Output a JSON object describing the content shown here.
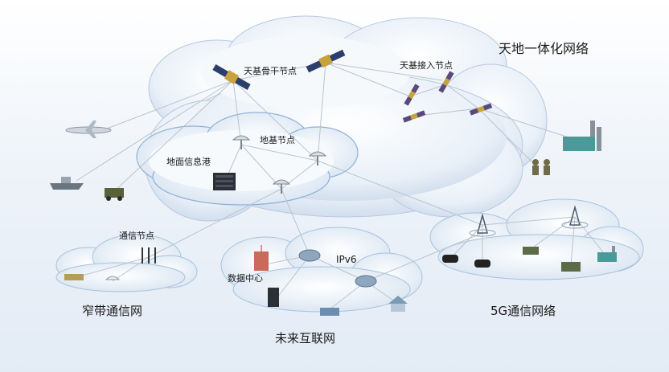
{
  "labels": {
    "sky_ground": "天地一体化网络",
    "space_backbone": "天基骨干节点",
    "space_access": "天基接入节点",
    "ground_node": "地基节点",
    "ground_port": "地面信息港",
    "comm_node": "通信节点",
    "narrowband": "窄带通信网",
    "ipv6": "IPv6",
    "datacenter": "数据中心",
    "future_internet": "未来互联网",
    "g5": "5G通信网络"
  }
}
